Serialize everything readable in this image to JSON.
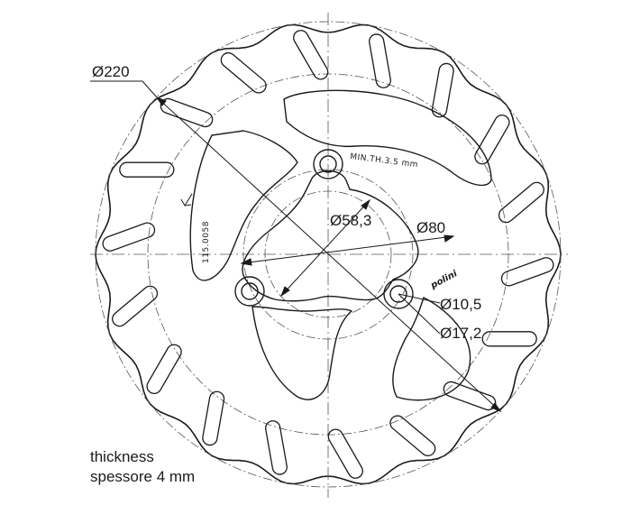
{
  "dimensions": {
    "outer_diameter": "Ø220",
    "mount_circle": "Ø58,3",
    "inner_diameter": "Ø80",
    "hole_diameter": "Ø10,5",
    "hole_outer_diameter": "Ø17,2"
  },
  "markings": {
    "min_thickness": "MIN.TH.3.5 mm",
    "part_number": "115.0058",
    "brand": "polini"
  },
  "notes": {
    "line1": "thickness",
    "line2": "spessore 4 mm"
  }
}
